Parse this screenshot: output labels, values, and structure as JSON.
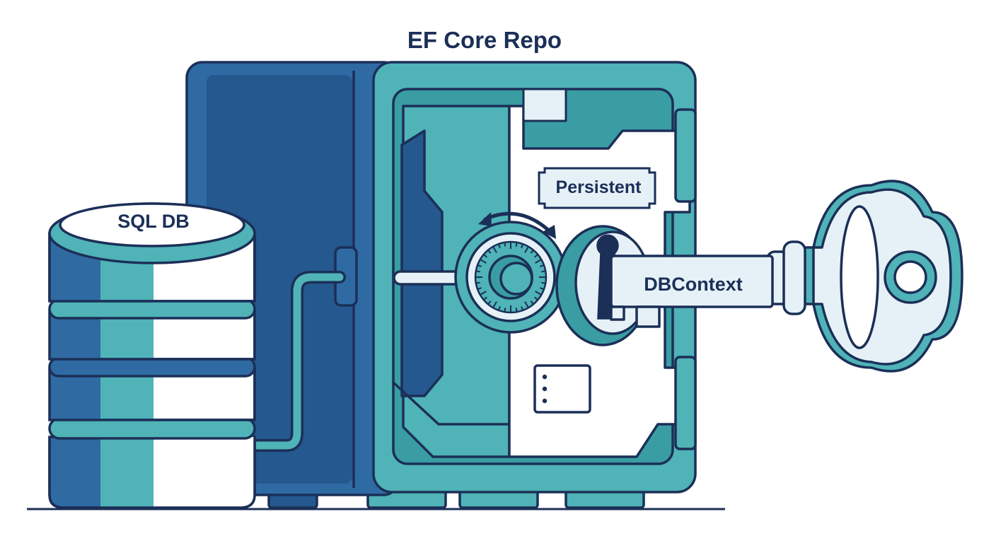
{
  "title": "EF Core Repo",
  "labels": {
    "database": "SQL DB",
    "tag": "Persistent",
    "key": "DBContext"
  },
  "colors": {
    "outline": "#1b2f57",
    "blue": "#2f6aa3",
    "blue_dark": "#25588e",
    "teal": "#4fb3b7",
    "teal_dark": "#3a9da3",
    "pale": "#e6f1f7",
    "white": "#ffffff"
  },
  "icons": {
    "database": "database-cylinder-icon",
    "safe": "safe-vault-icon",
    "dial": "combination-dial-icon",
    "keyhole": "keyhole-icon",
    "key": "key-icon",
    "rotate_arrow": "rotate-arrow-icon"
  }
}
